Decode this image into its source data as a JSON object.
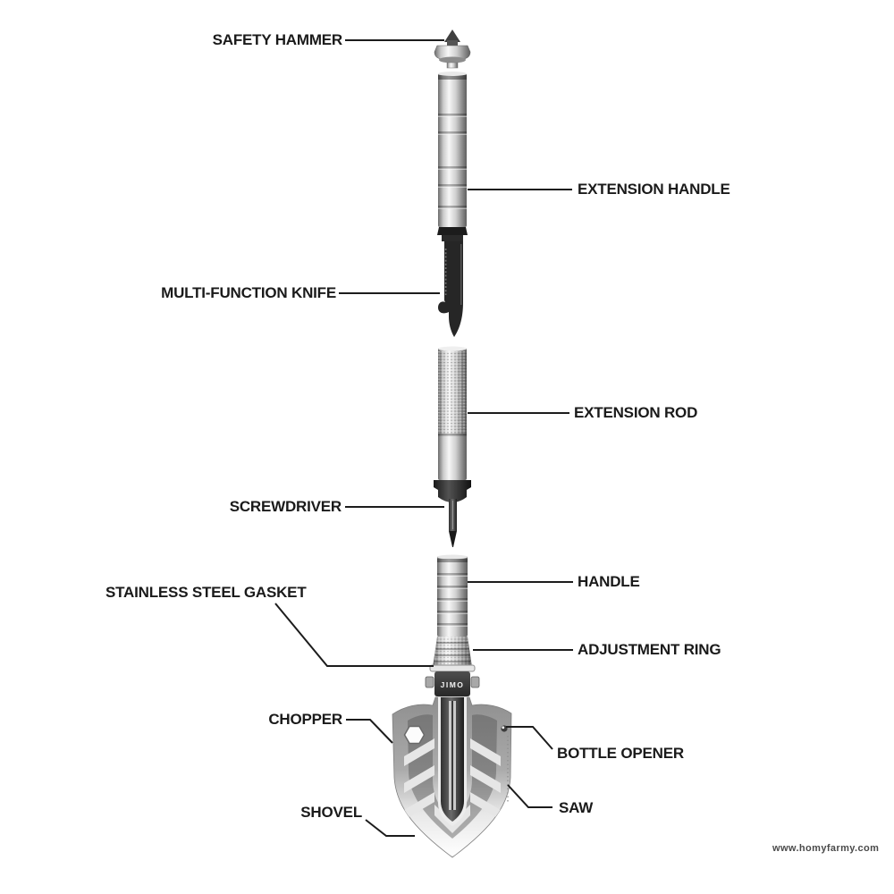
{
  "diagram": {
    "labels": {
      "safety_hammer": "SAFETY HAMMER",
      "extension_handle": "EXTENSION HANDLE",
      "multi_function_knife": "MULTI-FUNCTION KNIFE",
      "extension_rod": "EXTENSION ROD",
      "screwdriver": "SCREWDRIVER",
      "handle": "HANDLE",
      "stainless_steel_gasket": "STAINLESS STEEL GASKET",
      "adjustment_ring": "ADJUSTMENT RING",
      "chopper": "CHOPPER",
      "bottle_opener": "BOTTLE OPENER",
      "saw": "SAW",
      "shovel": "SHOVEL"
    },
    "brand_text": "JIMO",
    "watermark": "www.homyfarmy.com",
    "colors": {
      "background": "#ffffff",
      "label_text": "#1a1a1a",
      "leader_line": "#1c1c1c",
      "blade_dark": "#262626",
      "metal_light": "#f7f7f7"
    }
  }
}
